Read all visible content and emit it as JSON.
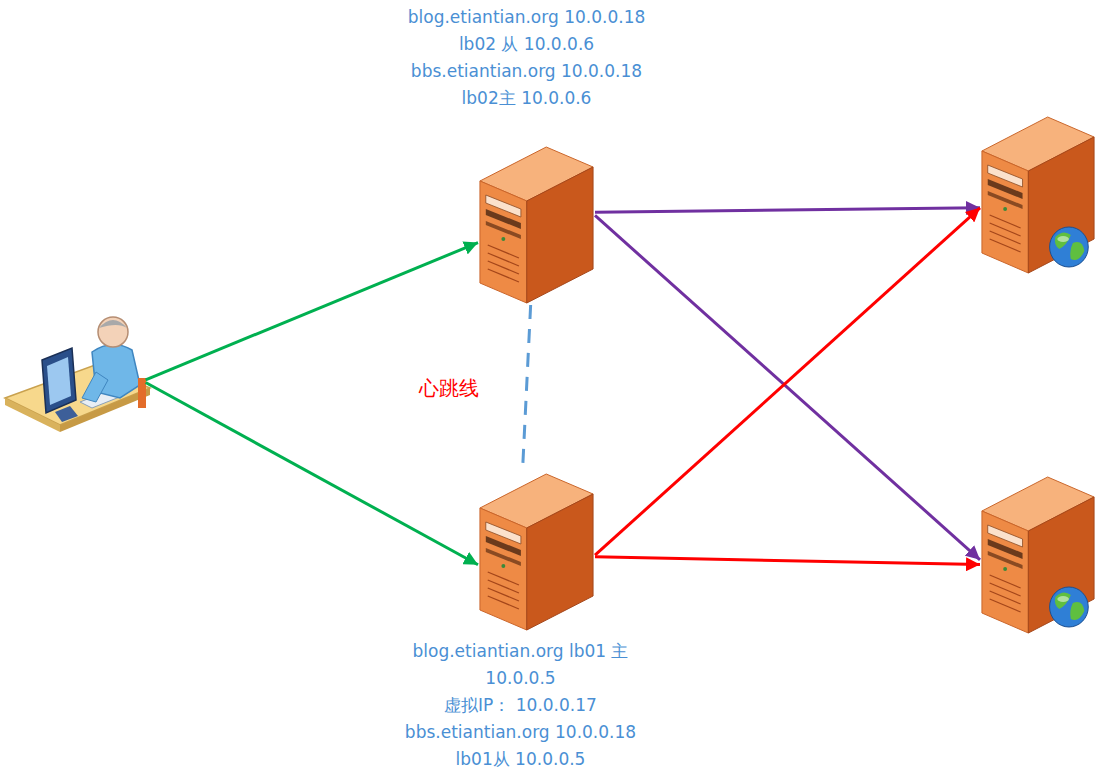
{
  "diagram": {
    "nodes": [
      {
        "text": []
      },
      {
        "text": [
          "blog.etiantian.org 10.0.0.18",
          "lb02 从 10.0.0.6",
          "bbs.etiantian.org 10.0.0.18",
          "lb02主 10.0.0.6"
        ]
      },
      {
        "text": [
          "blog.etiantian.org lb01 主",
          "10.0.0.5",
          "虚拟IP： 10.0.0.17",
          "bbs.etiantian.org 10.0.0.18",
          "lb01从 10.0.0.5"
        ]
      },
      {
        "text": []
      },
      {
        "text": []
      }
    ],
    "edges": [
      {
        "from": 0,
        "to": 1,
        "arrow": "to"
      },
      {
        "from": 0,
        "to": 2,
        "arrow": "to"
      },
      {
        "from": 1,
        "to": 3,
        "arrow": "to"
      },
      {
        "from": 1,
        "to": 4,
        "arrow": "to"
      },
      {
        "from": 2,
        "to": 3,
        "arrow": "to"
      },
      {
        "from": 2,
        "to": 4,
        "arrow": "to"
      },
      {
        "from": 1,
        "to": 2,
        "arrow": "none",
        "label": "心跳线"
      }
    ]
  }
}
